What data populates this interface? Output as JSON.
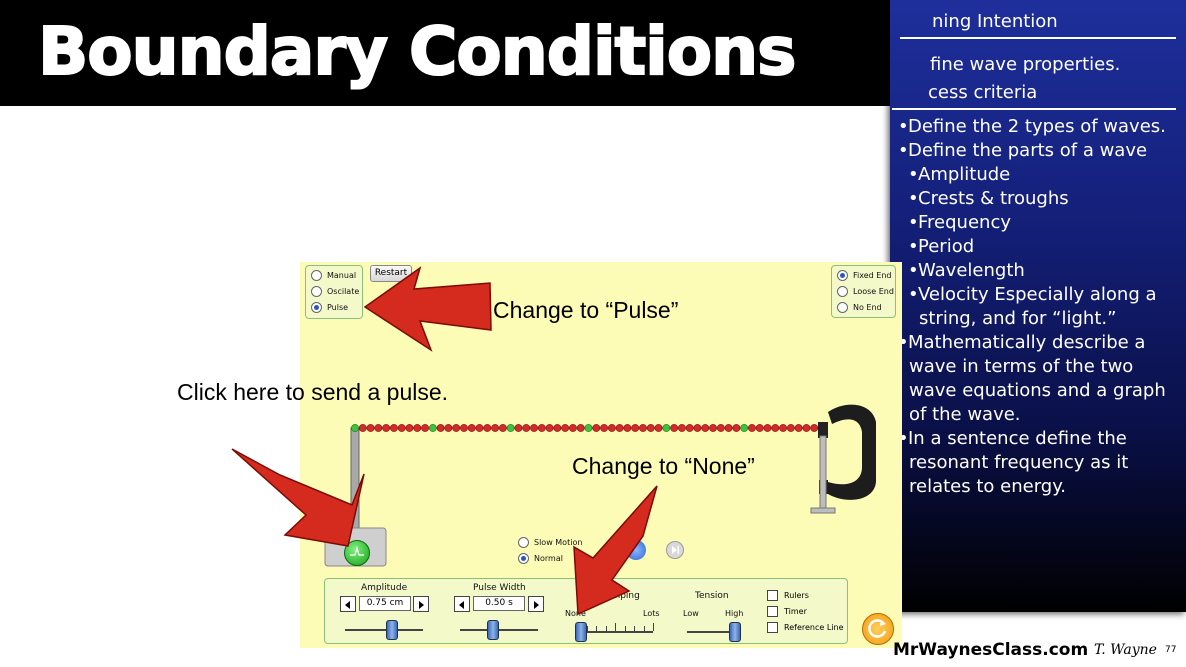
{
  "slide": {
    "title": "Boundary Conditions",
    "footer_site": "MrWaynesClass.com",
    "footer_author": "T. Wayne",
    "page_number": "77"
  },
  "side_panel": {
    "learning_intention_heading": "ning Intention",
    "learning_intention_text": "fine wave properties.",
    "success_criteria_heading": "cess criteria",
    "criteria": [
      {
        "text": "Define the 2 types of waves."
      },
      {
        "text": "Define the parts of a wave"
      },
      {
        "text": "Amplitude"
      },
      {
        "text": "Crests & troughs"
      },
      {
        "text": "Frequency"
      },
      {
        "text": "Period"
      },
      {
        "text": "Wavelength"
      },
      {
        "text": "Velocity Especially along a"
      },
      {
        "text": "string, and for “light.”"
      },
      {
        "text": "Mathematically describe a"
      },
      {
        "text": "wave in terms of the two"
      },
      {
        "text": "wave equations and a graph"
      },
      {
        "text": "of the wave."
      },
      {
        "text": "In a sentence define the"
      },
      {
        "text": "resonant frequency as it"
      },
      {
        "text": "relates to energy."
      }
    ]
  },
  "annotations": {
    "pulse_note": "Change to “Pulse”",
    "send_note": "Click here to send a pulse.",
    "none_note": "Change to “None”"
  },
  "sim": {
    "mode_options": [
      {
        "label": "Manual",
        "selected": false
      },
      {
        "label": "Oscilate",
        "selected": false
      },
      {
        "label": "Pulse",
        "selected": true
      }
    ],
    "restart_label": "Restart",
    "end_options": [
      {
        "label": "Fixed End",
        "selected": true
      },
      {
        "label": "Loose End",
        "selected": false
      },
      {
        "label": "No End",
        "selected": false
      }
    ],
    "speed_options": [
      {
        "label": "Slow Motion",
        "selected": false
      },
      {
        "label": "Normal",
        "selected": true
      }
    ],
    "amplitude": {
      "label": "Amplitude",
      "value": "0.75 cm",
      "level": 0.6
    },
    "pulse_width": {
      "label": "Pulse Width",
      "value": "0.50 s",
      "level": 0.4
    },
    "damping": {
      "label": "Damping",
      "min_label": "None",
      "max_label": "Lots",
      "level": 0.0
    },
    "tension": {
      "label": "Tension",
      "min_label": "Low",
      "max_label": "High",
      "level": 1.0
    },
    "checkboxes": [
      {
        "label": "Rulers",
        "checked": false
      },
      {
        "label": "Timer",
        "checked": false
      },
      {
        "label": "Reference Line",
        "checked": false
      }
    ],
    "colors": {
      "bead": "#d42a2a",
      "bead_marker": "#3cc43c",
      "arrow": "#d52b1e",
      "sim_bg": "#fdfcb7"
    }
  }
}
